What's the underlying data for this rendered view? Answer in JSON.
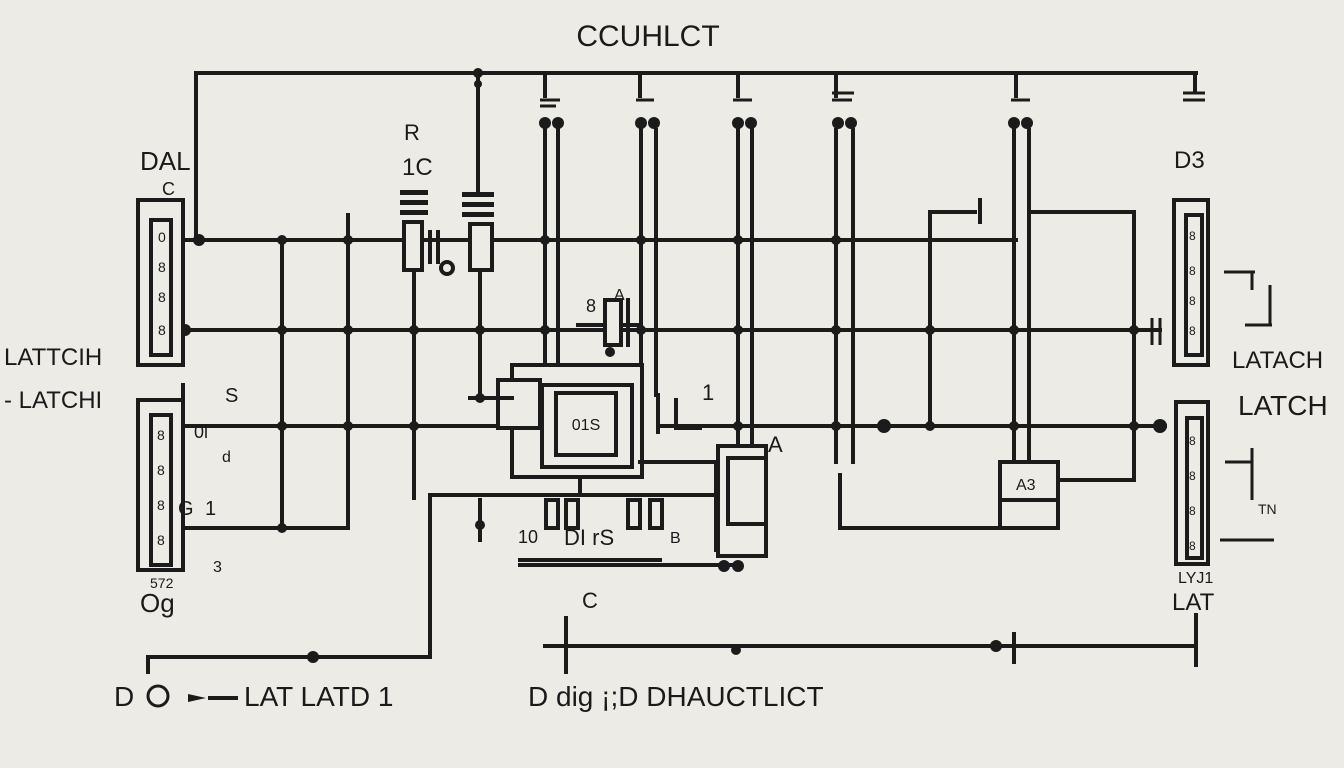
{
  "title": "CCUHLCT",
  "labels": {
    "top_left_dal": "DAL",
    "top_left_c": "C",
    "left_latch_1": "LATTCIH",
    "left_latch_2": "- LATCHI",
    "left_bottom_num": "572",
    "left_bottom_og": "Og",
    "left_small_3": "3",
    "left_1": "1",
    "left_gl": "G",
    "left_s": "S",
    "left_0l": "0l",
    "left_d": "d",
    "r_label": "R",
    "c_label": "1C",
    "center_box": "01S",
    "center_8": "8",
    "center_a": "A",
    "center_1": "1",
    "center_big_a": "A",
    "right_box": "A3",
    "right_d3": "D3",
    "right_latach": "LATACH",
    "right_latch": "LATCH",
    "right_lat": "LAT",
    "right_lyj": "LYJ1",
    "right_tn": "TN",
    "bottom_num_10": "10",
    "bottom_dirs": "DI rS",
    "bottom_b": "B",
    "bottom_c": "C",
    "bottom_left_d": "D",
    "bottom_left_text": "LAT LATD 1",
    "bottom_center_text": "D dig ¡;D DHAUCTLICT"
  }
}
